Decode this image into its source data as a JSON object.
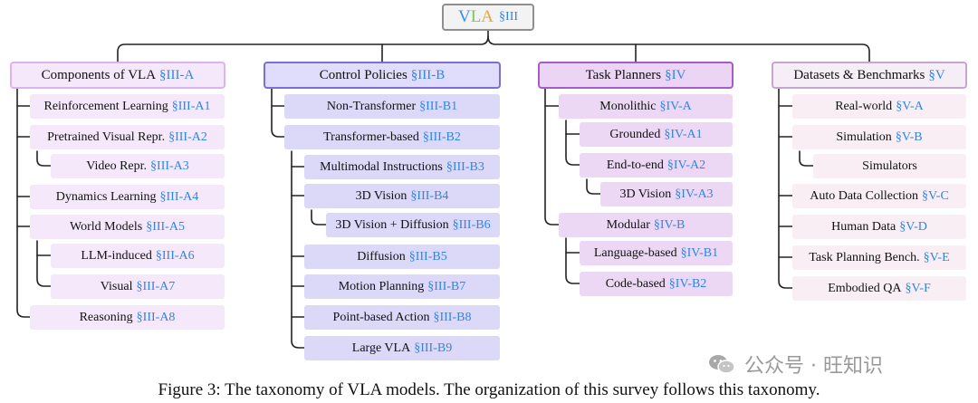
{
  "root": {
    "v": "V",
    "l": "L",
    "a": "A",
    "ref": "§III"
  },
  "columns": [
    {
      "header": {
        "label": "Components of VLA",
        "ref": "§III-A"
      },
      "items": [
        {
          "label": "Reinforcement Learning",
          "ref": "§III-A1"
        },
        {
          "label": "Pretrained Visual Repr.",
          "ref": "§III-A2"
        },
        {
          "label": "Video Repr.",
          "ref": "§III-A3"
        },
        {
          "label": "Dynamics Learning",
          "ref": "§III-A4"
        },
        {
          "label": "World Models",
          "ref": "§III-A5"
        },
        {
          "label": "LLM-induced",
          "ref": "§III-A6"
        },
        {
          "label": "Visual",
          "ref": "§III-A7"
        },
        {
          "label": "Reasoning",
          "ref": "§III-A8"
        }
      ]
    },
    {
      "header": {
        "label": "Control Policies",
        "ref": "§III-B"
      },
      "items": [
        {
          "label": "Non-Transformer",
          "ref": "§III-B1"
        },
        {
          "label": "Transformer-based",
          "ref": "§III-B2"
        },
        {
          "label": "Multimodal Instructions",
          "ref": "§III-B3"
        },
        {
          "label": "3D Vision",
          "ref": "§III-B4"
        },
        {
          "label": "3D Vision + Diffusion",
          "ref": "§III-B6"
        },
        {
          "label": "Diffusion",
          "ref": "§III-B5"
        },
        {
          "label": "Motion Planning",
          "ref": "§III-B7"
        },
        {
          "label": "Point-based Action",
          "ref": "§III-B8"
        },
        {
          "label": "Large VLA",
          "ref": "§III-B9"
        }
      ]
    },
    {
      "header": {
        "label": "Task Planners",
        "ref": "§IV"
      },
      "items": [
        {
          "label": "Monolithic",
          "ref": "§IV-A"
        },
        {
          "label": "Grounded",
          "ref": "§IV-A1"
        },
        {
          "label": "End-to-end",
          "ref": "§IV-A2"
        },
        {
          "label": "3D Vision",
          "ref": "§IV-A3"
        },
        {
          "label": "Modular",
          "ref": "§IV-B"
        },
        {
          "label": "Language-based",
          "ref": "§IV-B1"
        },
        {
          "label": "Code-based",
          "ref": "§IV-B2"
        }
      ]
    },
    {
      "header": {
        "label": "Datasets & Benchmarks",
        "ref": "§V"
      },
      "items": [
        {
          "label": "Real-world",
          "ref": "§V-A"
        },
        {
          "label": "Simulation",
          "ref": "§V-B"
        },
        {
          "label": "Simulators",
          "ref": ""
        },
        {
          "label": "Auto Data Collection",
          "ref": "§V-C"
        },
        {
          "label": "Human Data",
          "ref": "§V-D"
        },
        {
          "label": "Task Planning Bench.",
          "ref": "§V-E"
        },
        {
          "label": "Embodied QA",
          "ref": "§V-F"
        }
      ]
    }
  ],
  "watermark": "公众号 · 旺知识",
  "caption": "Figure 3: The taxonomy of VLA models. The organization of this survey follows this taxonomy."
}
